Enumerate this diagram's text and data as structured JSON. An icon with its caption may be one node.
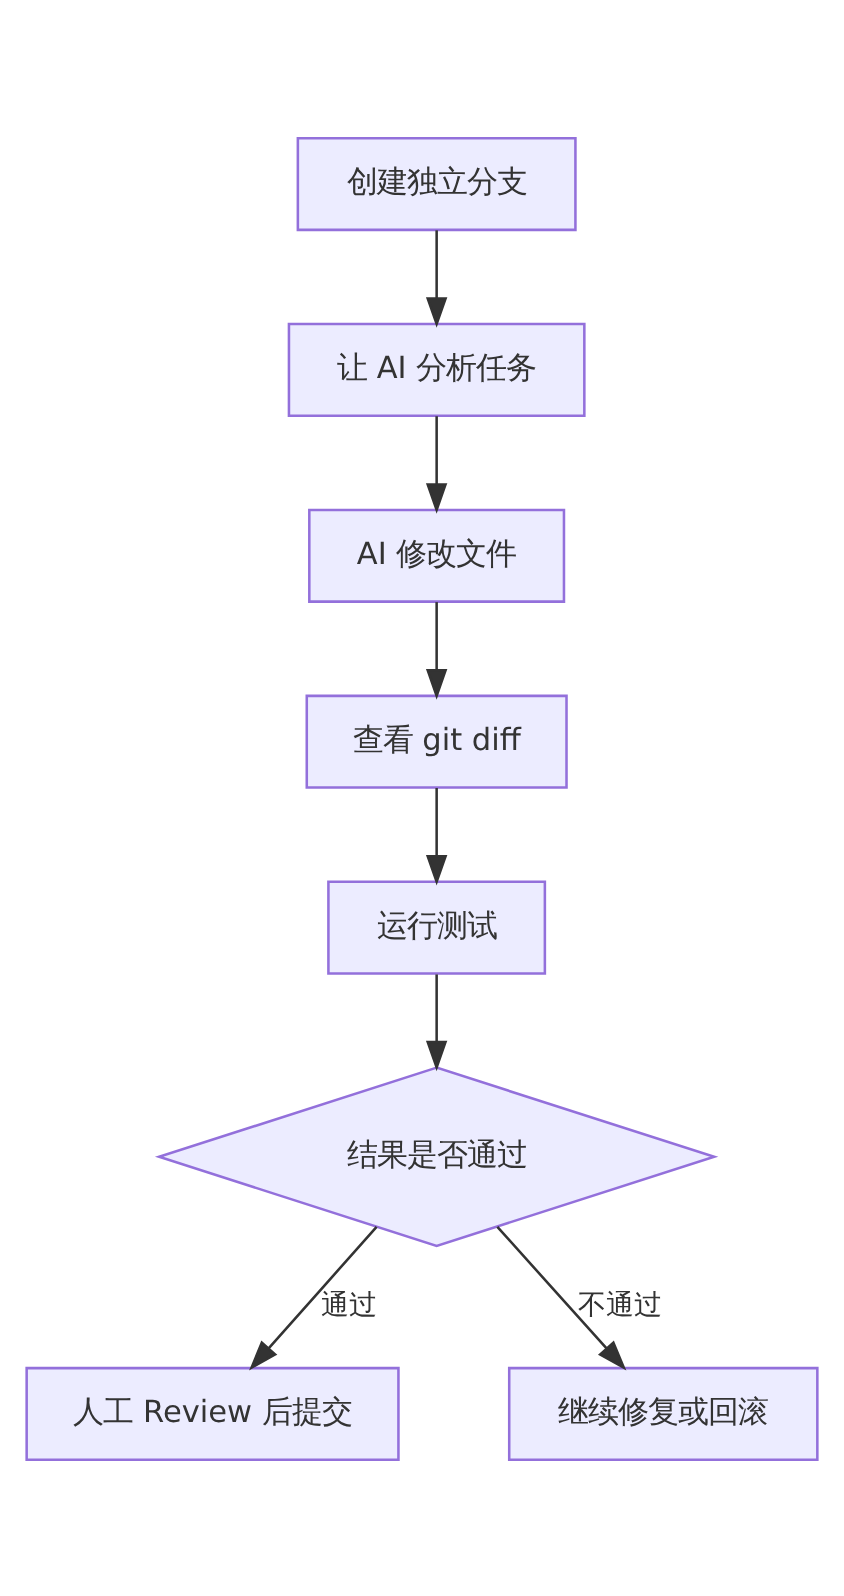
{
  "diagram": {
    "nodes": [
      {
        "text": [
          "创建独立分支"
        ]
      },
      {
        "text": [
          "让 AI 分析任务"
        ]
      },
      {
        "text": [
          "AI 修改文件"
        ]
      },
      {
        "text": [
          "查看 git diff"
        ]
      },
      {
        "text": [
          "运行测试"
        ]
      },
      {
        "text": [
          "结果是否通过"
        ]
      },
      {
        "text": [
          "人工 Review 后提交"
        ]
      },
      {
        "text": [
          "继续修复或回滚"
        ]
      }
    ],
    "edges": [
      {
        "from": 0,
        "to": 1,
        "arrow": "to"
      },
      {
        "from": 1,
        "to": 2,
        "arrow": "to"
      },
      {
        "from": 2,
        "to": 3,
        "arrow": "to"
      },
      {
        "from": 3,
        "to": 4,
        "arrow": "to"
      },
      {
        "from": 4,
        "to": 5,
        "arrow": "to"
      },
      {
        "from": 5,
        "to": 6,
        "arrow": "to",
        "label": "通过"
      },
      {
        "from": 5,
        "to": 7,
        "arrow": "to",
        "label": "不通过"
      }
    ]
  }
}
